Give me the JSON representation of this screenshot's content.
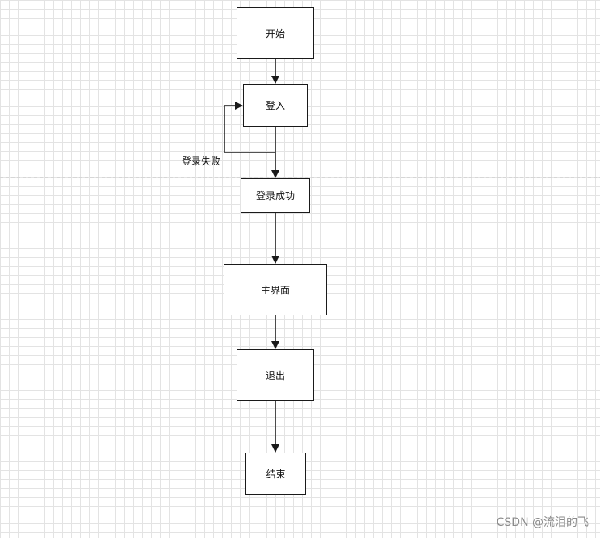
{
  "diagram": {
    "nodes": {
      "start": "开始",
      "login": "登入",
      "login_success": "登录成功",
      "main_screen": "主界面",
      "logout": "退出",
      "end": "结束"
    },
    "edge_labels": {
      "login_failed": "登录失败"
    }
  },
  "watermark": "CSDN @流泪的飞",
  "colors": {
    "stroke": "#1a1a1a",
    "grid": "#e3e3e3",
    "page_break": "#c8c8c8",
    "watermark": "#8a8a8a"
  }
}
